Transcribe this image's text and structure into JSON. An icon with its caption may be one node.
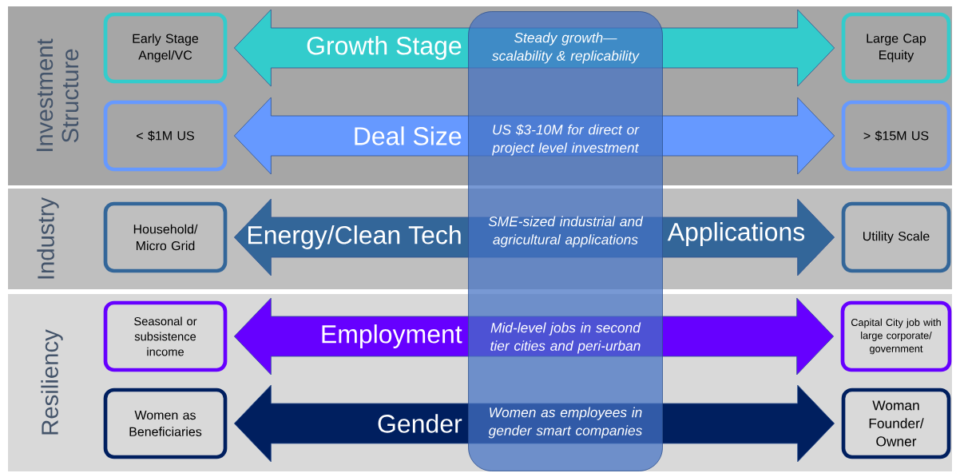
{
  "diagram": {
    "nodes": [
      {
        "text": [
          "Investment Structure"
        ]
      },
      {
        "text": [
          "Early Stage Angel/VC"
        ],
        "in": 0
      },
      {
        "text": [
          "Large Cap Equity"
        ],
        "in": 0
      },
      {
        "text": [
          "< $1M US"
        ],
        "in": 0
      },
      {
        "text": [
          "> $15M US"
        ],
        "in": 0
      },
      {
        "text": [
          "Industry"
        ]
      },
      {
        "text": [
          "Household/ Micro Grid"
        ],
        "in": 5
      },
      {
        "text": [
          "Utility Scale"
        ],
        "in": 5
      },
      {
        "text": [
          "Resiliency"
        ]
      },
      {
        "text": [
          "Seasonal or subsistence income"
        ],
        "in": 8
      },
      {
        "text": [
          "Capital City job with large corporate/ government"
        ],
        "in": 8
      },
      {
        "text": [
          "Women as Beneficiaries"
        ],
        "in": 8
      },
      {
        "text": [
          "Woman Founder/ Owner"
        ],
        "in": 8
      },
      {
        "text": [
          "Steady growth— scalability & replicability",
          "US $3-10M for direct or project level investment",
          "SME-sized industrial and agricultural applications",
          "Mid-level jobs in second tier cities and peri-urban",
          "Women as employees in gender smart companies"
        ]
      }
    ],
    "edges": [
      {
        "from": 1,
        "to": 2,
        "arrow": "both",
        "label": "Growth Stage",
        "color": "#33cccc"
      },
      {
        "from": 3,
        "to": 4,
        "arrow": "both",
        "label": "Deal Size",
        "color": "#6699ff"
      },
      {
        "from": 6,
        "to": 7,
        "arrow": "both",
        "label": "Energy/Clean Tech",
        "color": "#336699"
      },
      {
        "from": 9,
        "to": 10,
        "arrow": "both",
        "label": "Employment",
        "color": "#6600ff"
      },
      {
        "from": 11,
        "to": 12,
        "arrow": "both",
        "label": "Gender",
        "color": "#001f5f"
      }
    ],
    "labels": [
      "Applications"
    ]
  }
}
